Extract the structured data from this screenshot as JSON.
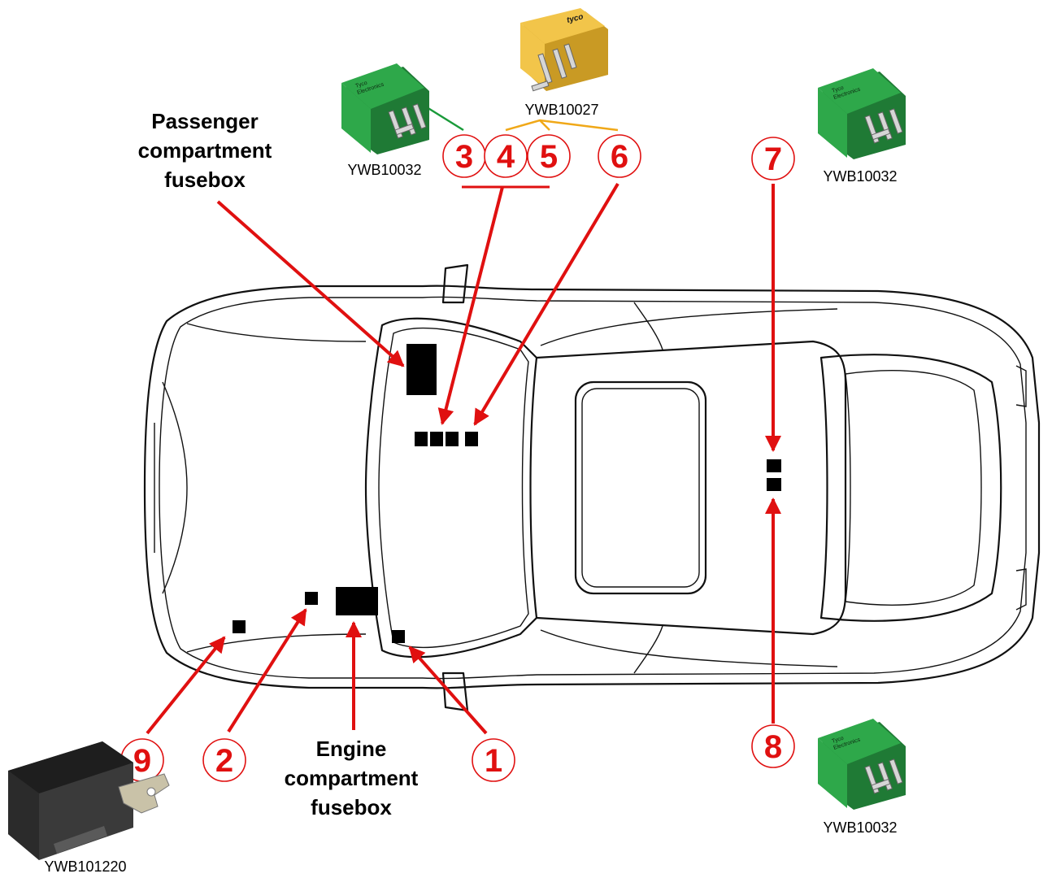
{
  "labels": {
    "passenger_fusebox": [
      "Passenger",
      "compartment",
      "fusebox"
    ],
    "engine_fusebox": [
      "Engine",
      "compartment",
      "fusebox"
    ]
  },
  "callouts": {
    "n1": "1",
    "n2": "2",
    "n3": "3",
    "n4": "4",
    "n5": "5",
    "n6": "6",
    "n7": "7",
    "n8": "8",
    "n9": "9"
  },
  "parts": {
    "relay_top_left": "YWB10032",
    "relay_top_center": "YWB10027",
    "relay_top_right": "YWB10032",
    "relay_bottom_right": "YWB10032",
    "relay_bottom_left": "YWB101220"
  },
  "relay_print": {
    "tyco": "Tyco",
    "electronics": "Electronics",
    "brand_yellow": "tyco"
  },
  "colors": {
    "callout_red": "#e01010",
    "leader_green": "#1a9a3a",
    "leader_orange": "#f0a818",
    "relay_green": "#2ea84a",
    "relay_yellow": "#f2c54a"
  }
}
